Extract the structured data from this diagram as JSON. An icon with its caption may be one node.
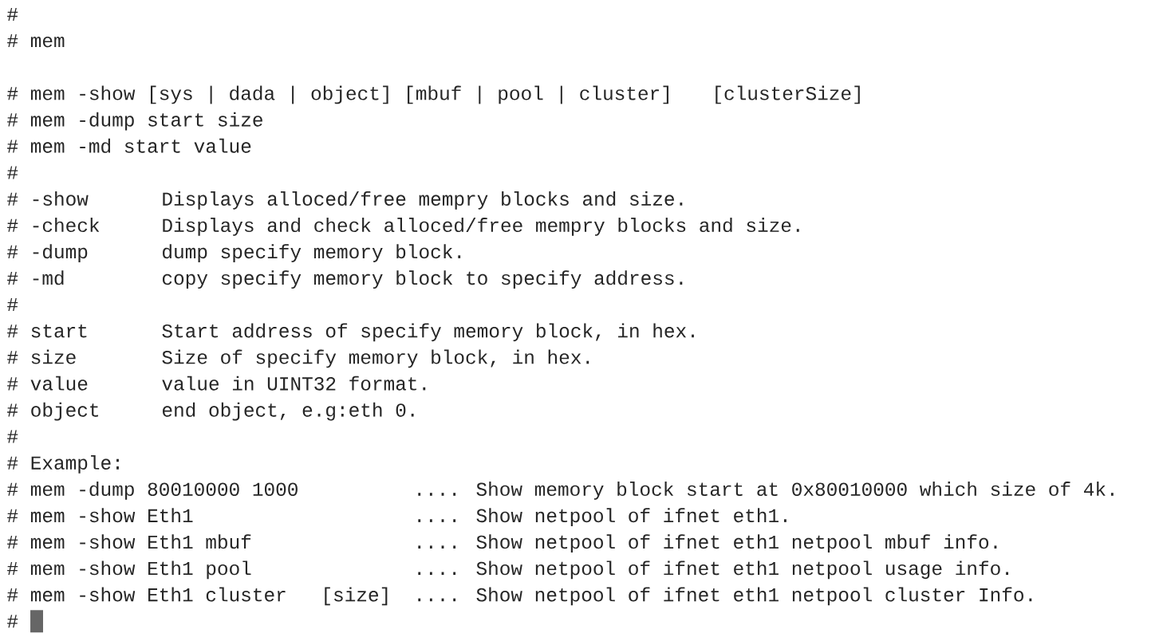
{
  "diagram": {
    "labels": [
      "#",
      "# mem",
      "# mem -show [sys | dada | object] [mbuf | pool | cluster]",
      "[clusterSize]",
      "# mem -dump start size",
      "# mem -md start value",
      "#",
      "# -show",
      "Displays alloced/free mempry blocks and size.",
      "# -check",
      "Displays and check alloced/free mempry blocks and size.",
      "# -dump",
      "dump specify memory block.",
      "# -md",
      "copy specify memory block to specify address.",
      "#",
      "# start",
      "Start address of specify memory block, in hex.",
      "# size",
      "Size of specify memory block, in hex.",
      "# value",
      "value in UINT32 format.",
      "# object",
      "end object, e.g:eth 0.",
      "#",
      "# Example:",
      "# mem -dump 80010000 1000",
      ".... Show memory block start at 0x80010000 which size of 4k.",
      "# mem -show Eth1",
      ".... Show netpool of ifnet eth1.",
      "# mem -show Eth1 mbuf",
      ".... Show netpool of ifnet eth1 netpool mbuf info.",
      "# mem -show Eth1 pool",
      ".... Show netpool of ifnet eth1 netpool usage info.",
      "# mem -show Eth1 cluster",
      "[size]",
      ".... Show netpool of ifnet eth1 netpool cluster Info.",
      "#"
    ]
  }
}
